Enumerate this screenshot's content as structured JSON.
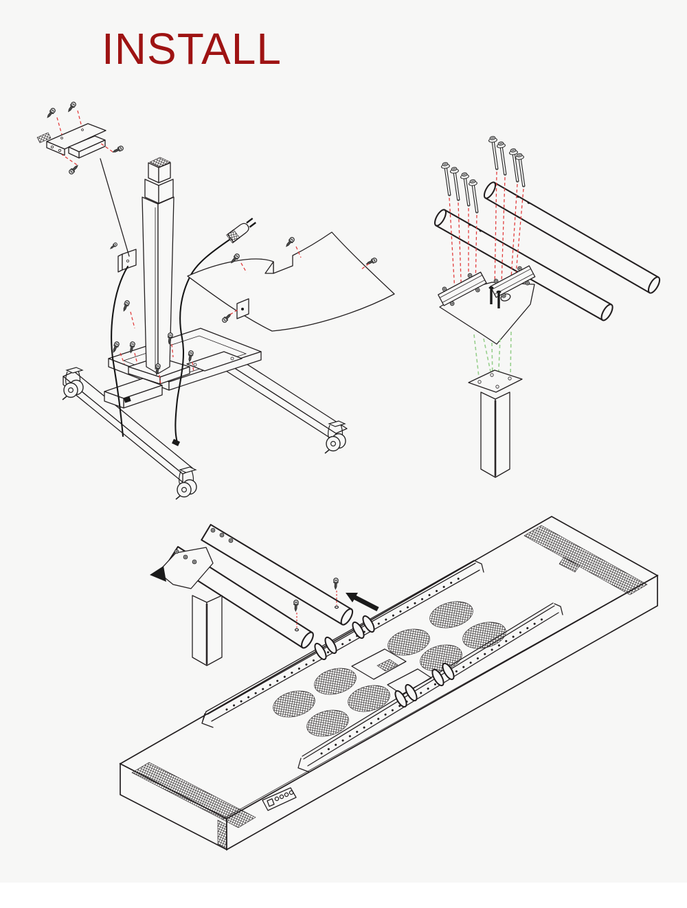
{
  "title": {
    "text": "INSTALL",
    "color": "#9e1313"
  },
  "page": {
    "background": "#f7f7f6",
    "footer_background": "#ffffff"
  },
  "palette": {
    "line": "#231f20",
    "surface_fill": "#f8f8f7",
    "red_alignment_dash": "#e23d3d",
    "green_alignment_dash": "#97cf8c",
    "solid_black": "#1a1a1a"
  },
  "figures": [
    {
      "id": "cart-assembly",
      "label": "Step 1: control-box bracket, cover panel and screws mounted to mobile lifting-column cart",
      "parts": [
        "control-box-bracket",
        "mounting-screws",
        "red-alignment-dashes",
        "lift-column",
        "column-mount-plate",
        "power-plug",
        "power-cord",
        "cover-panel",
        "base-frame",
        "caster-wheels"
      ]
    },
    {
      "id": "crossbar-assembly",
      "label": "Step 2: eight hex bolts fasten two crossbar tubes into the saddle bracket on the leg column",
      "parts": [
        "hex-bolts",
        "red-alignment-dashes",
        "crossbar-tubes",
        "saddle-bracket",
        "green-alignment-dashes",
        "leg-column"
      ]
    },
    {
      "id": "tabletop-assembly",
      "label": "Step 3: leg assembly tubes slide into ring collars on tabletop rails (underside view)",
      "parts": [
        "leg-assembly",
        "set-screws",
        "red-alignment-dashes",
        "insertion-arrow",
        "mounting-rails",
        "ring-collars",
        "mesh-circles",
        "mesh-vent-strips",
        "connector-icon",
        "control-button-strip"
      ]
    }
  ]
}
